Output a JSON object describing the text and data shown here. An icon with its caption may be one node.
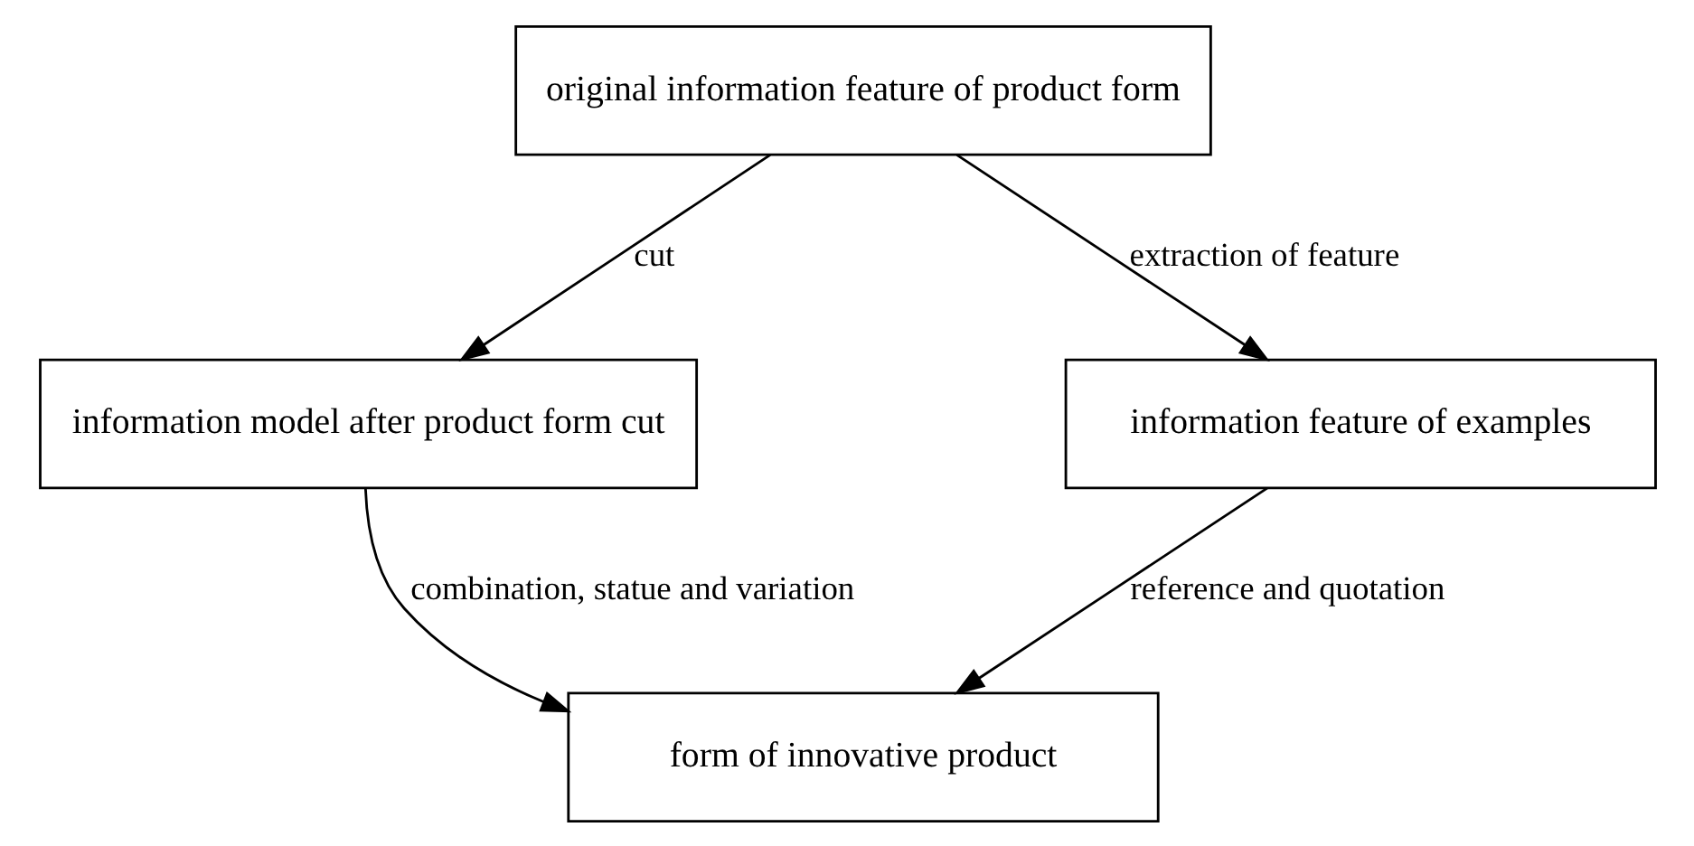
{
  "diagram": {
    "nodes": [
      {
        "text": [
          "original information feature of product form"
        ]
      },
      {
        "text": [
          "information model after product form cut"
        ]
      },
      {
        "text": [
          "information feature of examples"
        ]
      },
      {
        "text": [
          "form of innovative product"
        ]
      }
    ],
    "edges": [
      {
        "from": 0,
        "to": 1,
        "arrow": "to",
        "label": "cut"
      },
      {
        "from": 0,
        "to": 2,
        "arrow": "to",
        "label": "extraction of feature"
      },
      {
        "from": 1,
        "to": 3,
        "arrow": "to",
        "label": "combination, statue and variation"
      },
      {
        "from": 2,
        "to": 3,
        "arrow": "to",
        "label": "reference and quotation"
      }
    ]
  }
}
